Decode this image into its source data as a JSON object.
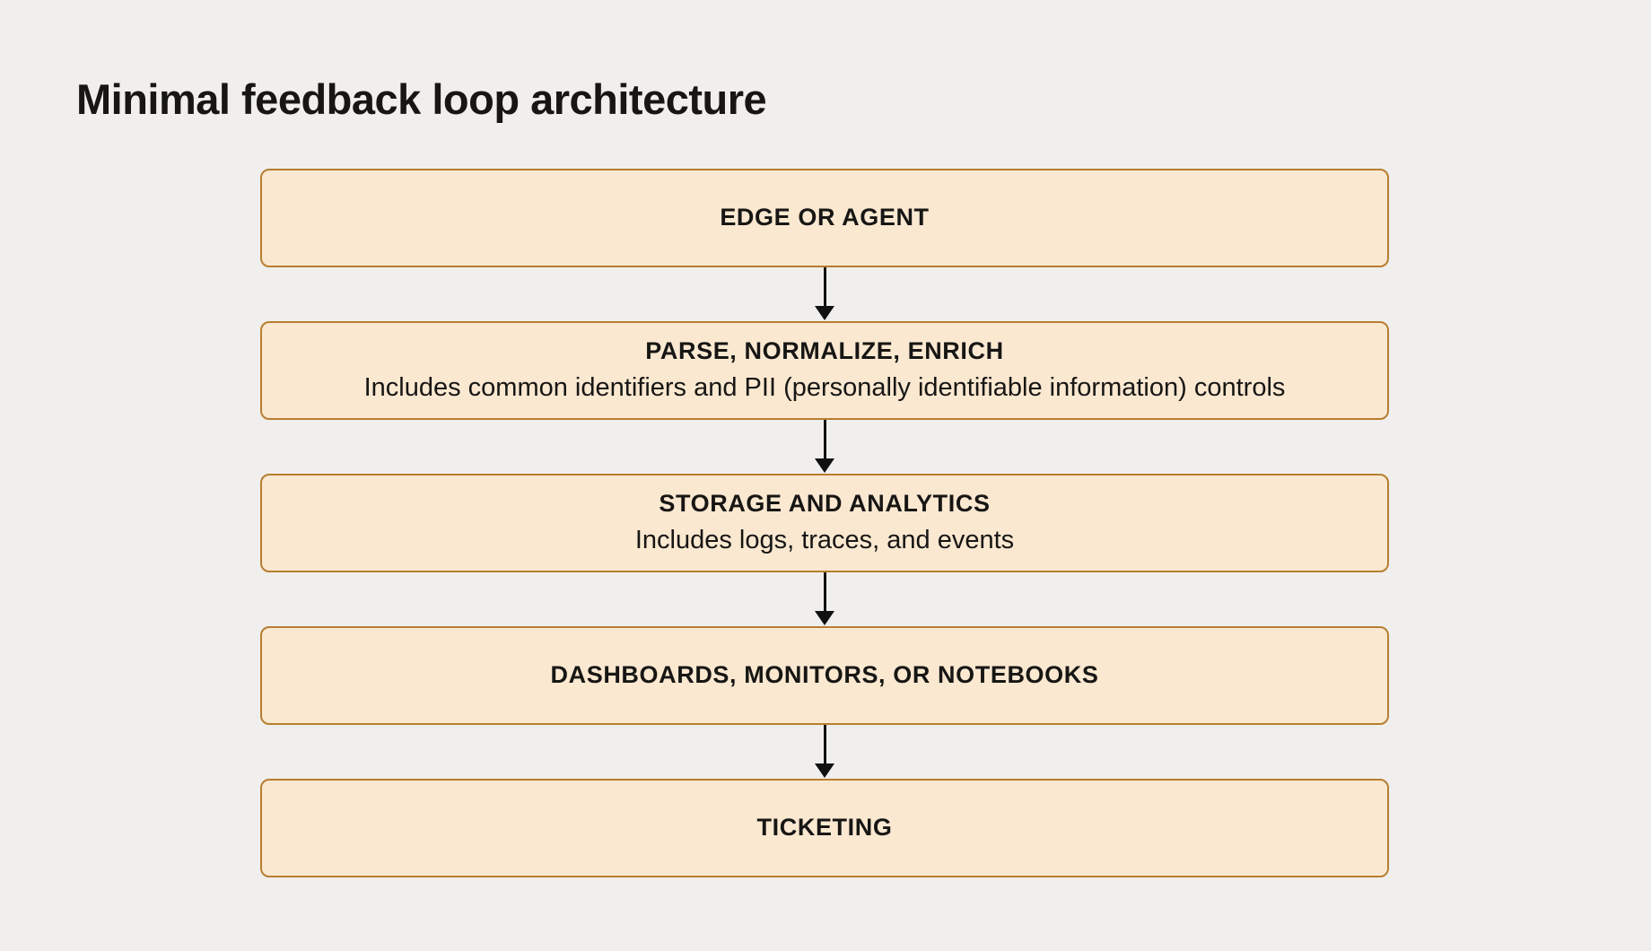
{
  "page": {
    "title": "Minimal feedback loop architecture"
  },
  "diagram": {
    "type": "flowchart",
    "direction": "top-down",
    "colors": {
      "bg": "#f0efed",
      "box_fill": "#fae8d1",
      "box_border": "#b87e30",
      "text": "#171614",
      "arrow": "#111111"
    },
    "nodes": [
      {
        "label": "EDGE OR AGENT",
        "sublabel": ""
      },
      {
        "label": "PARSE, NORMALIZE, ENRICH",
        "sublabel": "Includes common identifiers and PII (personally identifiable information) controls"
      },
      {
        "label": "STORAGE AND ANALYTICS",
        "sublabel": "Includes logs, traces, and events"
      },
      {
        "label": "DASHBOARDS, MONITORS, OR NOTEBOOKS",
        "sublabel": ""
      },
      {
        "label": "TICKETING",
        "sublabel": ""
      }
    ],
    "connector_style": "solid-arrow-down"
  }
}
